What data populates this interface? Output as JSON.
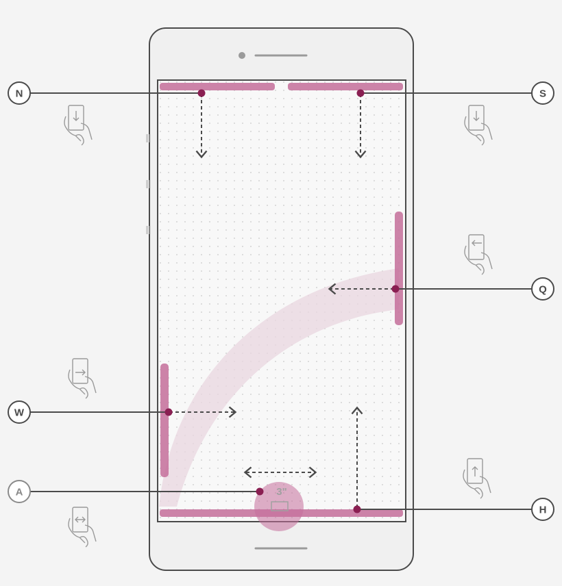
{
  "colors": {
    "background": "#f4f4f4",
    "phone_body": "#f0f0f0",
    "outline": "#4a4a4a",
    "accent_bar": "#c46e9a",
    "accent_dot": "#8a1f52",
    "arc_fill": "#ead7e0",
    "grid_dot": "#c8c8c8",
    "icon_stroke": "#9a9a9a"
  },
  "callouts": {
    "n": "N",
    "s": "S",
    "q": "Q",
    "w": "W",
    "a": "A",
    "h": "H"
  },
  "touch_hint": {
    "label": "3\"",
    "icon": "screen-rectangle-icon"
  },
  "gesture_icons": [
    "hand-swipe-down-icon",
    "hand-swipe-left-icon",
    "hand-swipe-right-icon",
    "hand-swipe-horizontal-icon",
    "hand-swipe-up-icon"
  ],
  "device_icons": {
    "camera": "front-camera-icon",
    "speaker": "earpiece-speaker-icon",
    "home": "home-indicator-icon"
  }
}
